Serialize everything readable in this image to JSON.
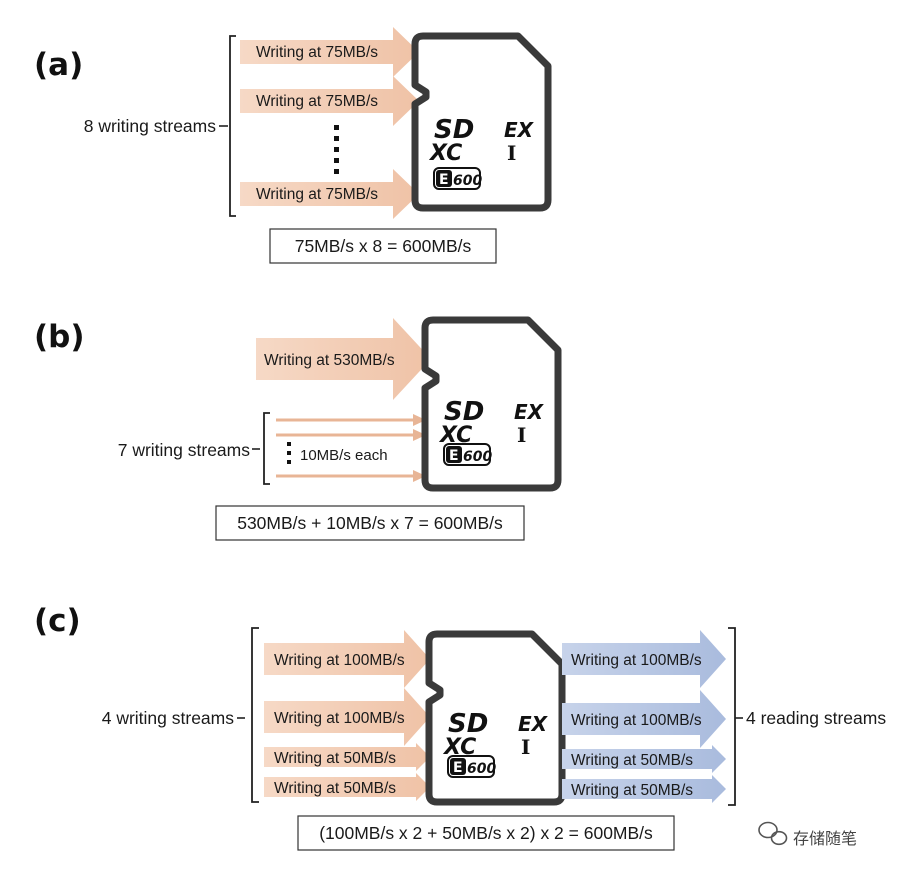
{
  "panels": {
    "a": {
      "label": "(a)",
      "group_label": "8 writing streams",
      "arrow_label": "Writing at 75MB/s",
      "equation": "75MB/s x 8 = 600MB/s"
    },
    "b": {
      "label": "(b)",
      "big_arrow_label": "Writing at 530MB/s",
      "group_label": "7 writing streams",
      "small_label": "10MB/s each",
      "equation": "530MB/s + 10MB/s x 7 = 600MB/s"
    },
    "c": {
      "label": "(c)",
      "left_group_label": "4 writing streams",
      "right_group_label": "4 reading streams",
      "write_labels": [
        "Writing at 100MB/s",
        "Writing at 100MB/s",
        "Writing at 50MB/s",
        "Writing at 50MB/s"
      ],
      "read_labels": [
        "Writing at 100MB/s",
        "Writing at 100MB/s",
        "Writing at 50MB/s",
        "Writing at 50MB/s"
      ],
      "equation": "(100MB/s x 2 + 50MB/s x 2) x 2 = 600MB/s"
    }
  },
  "card_logo": {
    "sd": "SD",
    "xc": "XC",
    "ex": "EX",
    "bus": "I",
    "perf_mark": "E",
    "perf_value": "600"
  },
  "watermark": "存储随笔",
  "colors": {
    "write_arrow": "#F2CDB6",
    "write_line": "#E8B596",
    "read_arrow": "#B9C7E3",
    "card_border": "#3A3A3A"
  }
}
